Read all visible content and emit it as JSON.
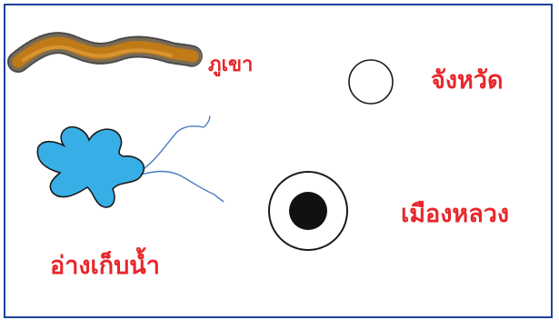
{
  "legend": {
    "items": [
      {
        "symbol": "mountain-range-icon",
        "label": "ภูเขา",
        "color": "#c07a18"
      },
      {
        "symbol": "province-circle-icon",
        "label": "จังหวัด"
      },
      {
        "symbol": "capital-city-icon",
        "label": "เมืองหลวง"
      },
      {
        "symbol": "reservoir-icon",
        "label": "อ่างเก็บน้ำ",
        "color": "#38aee6"
      }
    ],
    "label_color": "#e8262b",
    "border_color": "#1f3f9a"
  }
}
